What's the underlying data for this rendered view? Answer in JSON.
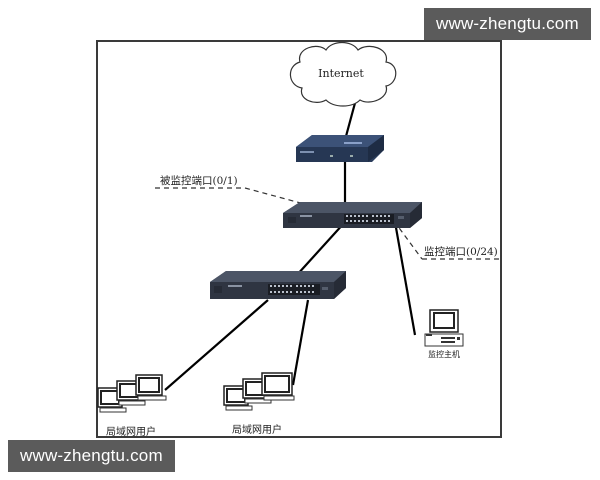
{
  "watermarks": {
    "top_right": "www-zhengtu.com",
    "bottom_left": "www-zhengtu.com"
  },
  "diagram": {
    "cloud": {
      "label": "Internet",
      "icon": "cloud-icon"
    },
    "router": {
      "icon": "router-icon"
    },
    "core_switch": {
      "icon": "switch-icon"
    },
    "access_switch": {
      "icon": "switch-icon"
    },
    "labels": {
      "monitored_port": "被监控端口(0/1)",
      "monitor_port": "监控端口(0/24)",
      "monitor_host": "监控主机",
      "lan_users_left": "局域网用户",
      "lan_users_right": "局域网用户"
    },
    "colors": {
      "device_body": "#3a4150",
      "router_body": "#2b3d5c",
      "link": "#000000",
      "dashed": "#333333",
      "watermark_bg": "#5b5b5b"
    }
  }
}
